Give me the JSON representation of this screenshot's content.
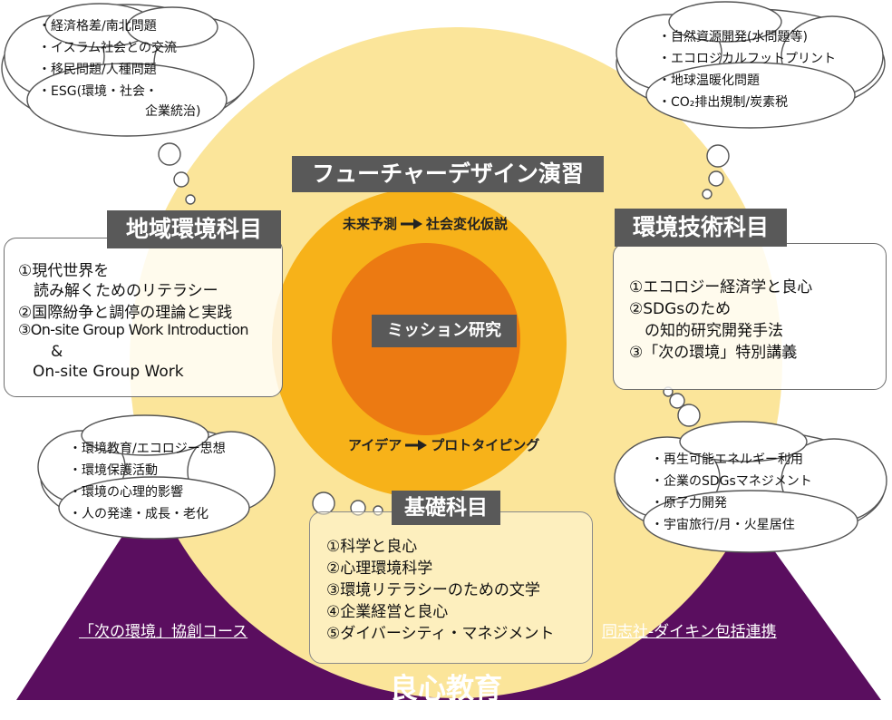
{
  "center": {
    "future_title": "フューチャーデザイン演習",
    "flow_top": {
      "left": "未来予測",
      "right": "社会変化仮説"
    },
    "mission_label": "ミッション研究",
    "flow_bottom": {
      "left": "アイデア",
      "right": "プロトタイピング"
    }
  },
  "chiiki": {
    "title": "地域環境科目",
    "items": [
      "①現代世界を",
      "　読み解くためのリテラシー",
      "②国際紛争と調停の理論と実践",
      "③On-site Group Work Introduction",
      "&",
      "On-site Group Work"
    ]
  },
  "kankyo": {
    "title": "環境技術科目",
    "items": [
      "①エコロジー経済学と良心",
      "②SDGsのため",
      "　の知的研究開発手法",
      "③「次の環境」特別講義"
    ]
  },
  "kiso": {
    "title": "基礎科目",
    "items": [
      "①科学と良心",
      "②心理環境科学",
      "③環境リテラシーのための文学",
      "④企業経営と良心",
      "⑤ダイバーシティ・マネジメント"
    ]
  },
  "clouds": {
    "top_left": [
      "・経済格差/南北問題",
      "・イスラム社会との交流",
      "・移民問題/人種問題",
      "・ESG(環境・社会・",
      "企業統治)"
    ],
    "top_right": [
      "・自然資源開発(水問題等)",
      "・エコロジカルフットプリント",
      "・地球温暖化問題",
      "・CO₂排出規制/炭素税"
    ],
    "bottom_left": [
      "・環境教育/エコロジー思想",
      "・環境保護活動",
      "・環境の心理的影響",
      "・人の発達・成長・老化"
    ],
    "bottom_right": [
      "・再生可能エネルギー利用",
      "・企業のSDGsマネジメント",
      "・原子力開発",
      "・宇宙旅行/月・火星居住"
    ]
  },
  "bottom": {
    "course_link": "「次の環境」協創コース",
    "partnership_link": "同志社-ダイキン包括連携",
    "ryoshin_title": "良心教育"
  },
  "colors": {
    "trapezoid": "#5a0e5f",
    "outer_circle": "#fbe59a",
    "middle_circle": "#f7b219",
    "inner_circle": "#ec7a12",
    "label_bg": "#595959"
  }
}
